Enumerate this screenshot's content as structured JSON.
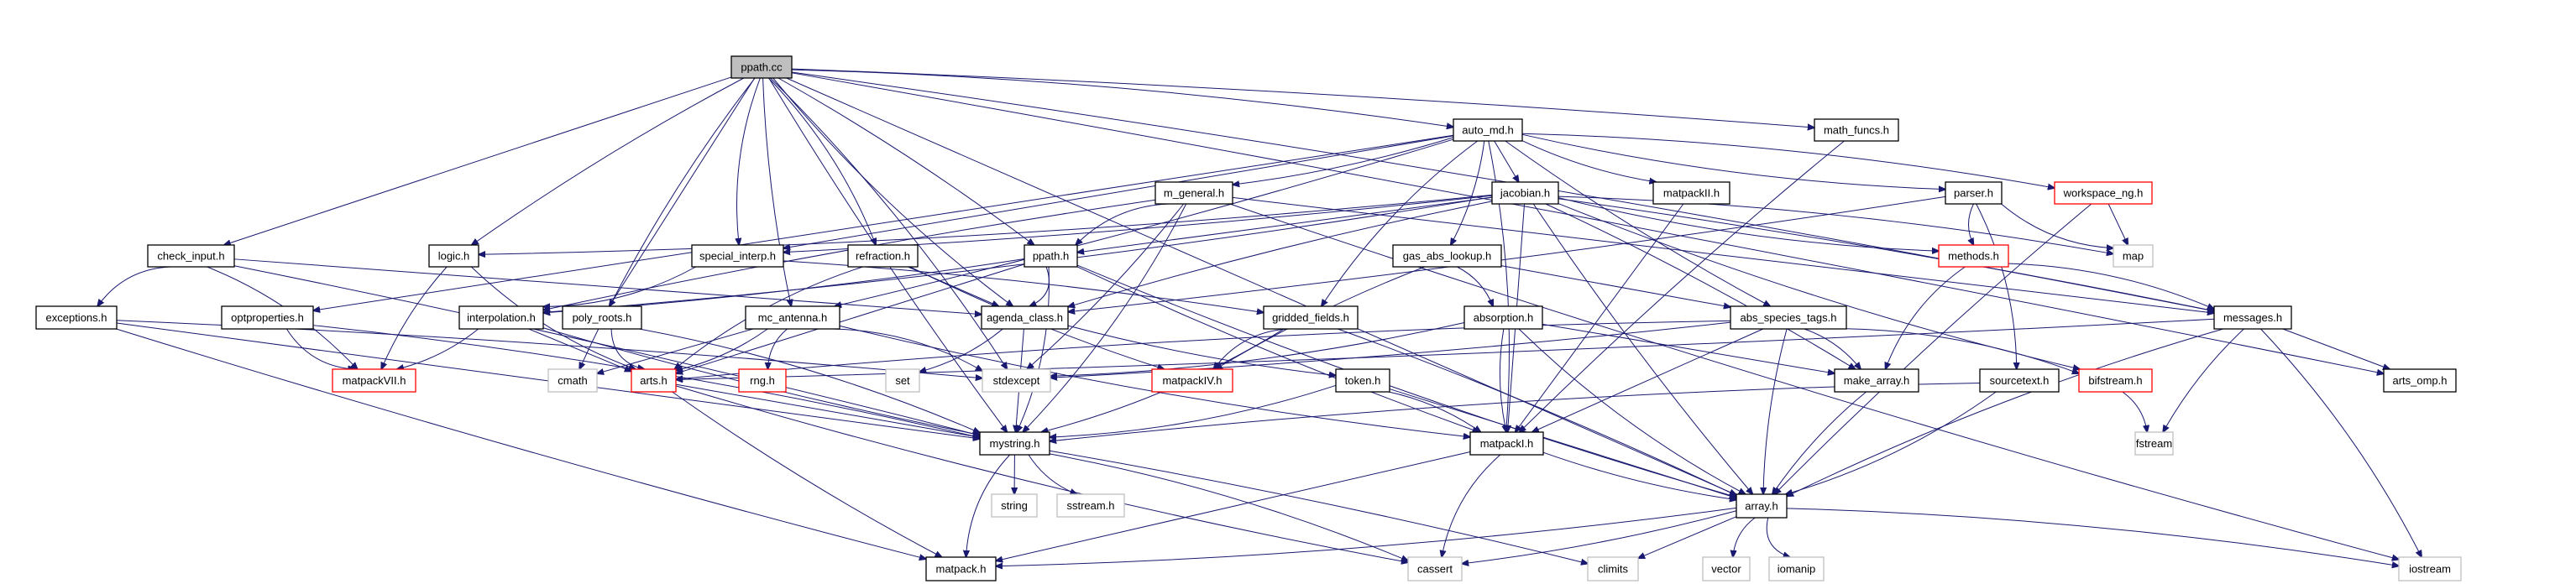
{
  "title": "ppath.cc include dependency graph",
  "colors": {
    "edge": "#191970",
    "root_fill": "#bfbfbf",
    "normal_border": "#000000",
    "missing_border": "#ff0000",
    "system_border": "#bfbfbf"
  },
  "nodes": [
    {
      "id": "ppath_cc",
      "label": "ppath.cc",
      "kind": "root"
    },
    {
      "id": "auto_md",
      "label": "auto_md.h",
      "kind": "normal"
    },
    {
      "id": "math_funcs",
      "label": "math_funcs.h",
      "kind": "normal"
    },
    {
      "id": "m_general",
      "label": "m_general.h",
      "kind": "normal"
    },
    {
      "id": "jacobian",
      "label": "jacobian.h",
      "kind": "normal"
    },
    {
      "id": "matpackII",
      "label": "matpackII.h",
      "kind": "normal"
    },
    {
      "id": "parser",
      "label": "parser.h",
      "kind": "normal"
    },
    {
      "id": "workspace_ng",
      "label": "workspace_ng.h",
      "kind": "missing"
    },
    {
      "id": "check_input",
      "label": "check_input.h",
      "kind": "normal"
    },
    {
      "id": "logic",
      "label": "logic.h",
      "kind": "normal"
    },
    {
      "id": "special_interp",
      "label": "special_interp.h",
      "kind": "normal"
    },
    {
      "id": "refraction",
      "label": "refraction.h",
      "kind": "normal"
    },
    {
      "id": "ppath_h",
      "label": "ppath.h",
      "kind": "normal"
    },
    {
      "id": "gas_abs_lookup",
      "label": "gas_abs_lookup.h",
      "kind": "normal"
    },
    {
      "id": "methods",
      "label": "methods.h",
      "kind": "missing"
    },
    {
      "id": "map",
      "label": "map",
      "kind": "system"
    },
    {
      "id": "exceptions",
      "label": "exceptions.h",
      "kind": "normal"
    },
    {
      "id": "optproperties",
      "label": "optproperties.h",
      "kind": "normal"
    },
    {
      "id": "interpolation",
      "label": "interpolation.h",
      "kind": "normal"
    },
    {
      "id": "poly_roots",
      "label": "poly_roots.h",
      "kind": "normal"
    },
    {
      "id": "mc_antenna",
      "label": "mc_antenna.h",
      "kind": "normal"
    },
    {
      "id": "agenda_class",
      "label": "agenda_class.h",
      "kind": "normal"
    },
    {
      "id": "gridded_fields",
      "label": "gridded_fields.h",
      "kind": "normal"
    },
    {
      "id": "absorption",
      "label": "absorption.h",
      "kind": "normal"
    },
    {
      "id": "abs_species_tags",
      "label": "abs_species_tags.h",
      "kind": "normal"
    },
    {
      "id": "messages",
      "label": "messages.h",
      "kind": "normal"
    },
    {
      "id": "matpackVII",
      "label": "matpackVII.h",
      "kind": "missing"
    },
    {
      "id": "cmath",
      "label": "cmath",
      "kind": "system"
    },
    {
      "id": "arts",
      "label": "arts.h",
      "kind": "missing"
    },
    {
      "id": "rng",
      "label": "rng.h",
      "kind": "missing"
    },
    {
      "id": "set",
      "label": "set",
      "kind": "system"
    },
    {
      "id": "stdexcept",
      "label": "stdexcept",
      "kind": "system"
    },
    {
      "id": "matpackIV",
      "label": "matpackIV.h",
      "kind": "missing"
    },
    {
      "id": "token",
      "label": "token.h",
      "kind": "normal"
    },
    {
      "id": "make_array",
      "label": "make_array.h",
      "kind": "normal"
    },
    {
      "id": "sourcetext",
      "label": "sourcetext.h",
      "kind": "normal"
    },
    {
      "id": "bifstream",
      "label": "bifstream.h",
      "kind": "missing"
    },
    {
      "id": "arts_omp",
      "label": "arts_omp.h",
      "kind": "normal"
    },
    {
      "id": "mystring",
      "label": "mystring.h",
      "kind": "normal"
    },
    {
      "id": "matpackI",
      "label": "matpackI.h",
      "kind": "normal"
    },
    {
      "id": "fstream",
      "label": "fstream",
      "kind": "system"
    },
    {
      "id": "string",
      "label": "string",
      "kind": "system"
    },
    {
      "id": "sstream",
      "label": "sstream.h",
      "kind": "system"
    },
    {
      "id": "array",
      "label": "array.h",
      "kind": "normal"
    },
    {
      "id": "matpack",
      "label": "matpack.h",
      "kind": "normal"
    },
    {
      "id": "cassert",
      "label": "cassert",
      "kind": "system"
    },
    {
      "id": "climits",
      "label": "climits",
      "kind": "system"
    },
    {
      "id": "vector",
      "label": "vector",
      "kind": "system"
    },
    {
      "id": "iomanip",
      "label": "iomanip",
      "kind": "system"
    },
    {
      "id": "iostream",
      "label": "iostream",
      "kind": "system"
    }
  ],
  "edges": [
    [
      "ppath_cc",
      "auto_md"
    ],
    [
      "ppath_cc",
      "math_funcs"
    ],
    [
      "ppath_cc",
      "check_input"
    ],
    [
      "ppath_cc",
      "logic"
    ],
    [
      "ppath_cc",
      "special_interp"
    ],
    [
      "ppath_cc",
      "refraction"
    ],
    [
      "ppath_cc",
      "ppath_h"
    ],
    [
      "ppath_cc",
      "poly_roots"
    ],
    [
      "ppath_cc",
      "mc_antenna"
    ],
    [
      "ppath_cc",
      "agenda_class"
    ],
    [
      "ppath_cc",
      "messages"
    ],
    [
      "ppath_cc",
      "arts_omp"
    ],
    [
      "ppath_cc",
      "array"
    ],
    [
      "ppath_cc",
      "mystring"
    ],
    [
      "ppath_cc",
      "cmath"
    ],
    [
      "ppath_cc",
      "stdexcept"
    ],
    [
      "auto_md",
      "m_general"
    ],
    [
      "auto_md",
      "jacobian"
    ],
    [
      "auto_md",
      "matpackII"
    ],
    [
      "auto_md",
      "parser"
    ],
    [
      "auto_md",
      "workspace_ng"
    ],
    [
      "auto_md",
      "gas_abs_lookup"
    ],
    [
      "auto_md",
      "optproperties"
    ],
    [
      "auto_md",
      "abs_species_tags"
    ],
    [
      "auto_md",
      "gridded_fields"
    ],
    [
      "auto_md",
      "matpackI"
    ],
    [
      "auto_md",
      "mc_antenna"
    ],
    [
      "auto_md",
      "special_interp"
    ],
    [
      "math_funcs",
      "matpackI"
    ],
    [
      "m_general",
      "ppath_h"
    ],
    [
      "m_general",
      "mystring"
    ],
    [
      "m_general",
      "stdexcept"
    ],
    [
      "m_general",
      "messages"
    ],
    [
      "m_general",
      "interpolation"
    ],
    [
      "m_general",
      "iostream"
    ],
    [
      "jacobian",
      "logic"
    ],
    [
      "jacobian",
      "special_interp"
    ],
    [
      "jacobian",
      "ppath_h"
    ],
    [
      "jacobian",
      "agenda_class"
    ],
    [
      "jacobian",
      "methods"
    ],
    [
      "jacobian",
      "map"
    ],
    [
      "jacobian",
      "make_array"
    ],
    [
      "jacobian",
      "matpackI"
    ],
    [
      "jacobian",
      "array"
    ],
    [
      "jacobian",
      "bifstream"
    ],
    [
      "jacobian",
      "interpolation"
    ],
    [
      "jacobian",
      "messages"
    ],
    [
      "matpackII",
      "matpackI"
    ],
    [
      "parser",
      "methods"
    ],
    [
      "parser",
      "map"
    ],
    [
      "parser",
      "sourcetext"
    ],
    [
      "parser",
      "agenda_class"
    ],
    [
      "workspace_ng",
      "map"
    ],
    [
      "workspace_ng",
      "array"
    ],
    [
      "check_input",
      "exceptions"
    ],
    [
      "check_input",
      "matpackVII"
    ],
    [
      "check_input",
      "mystring"
    ],
    [
      "check_input",
      "agenda_class"
    ],
    [
      "logic",
      "matpackVII"
    ],
    [
      "logic",
      "arts"
    ],
    [
      "special_interp",
      "interpolation"
    ],
    [
      "special_interp",
      "gridded_fields"
    ],
    [
      "refraction",
      "agenda_class"
    ],
    [
      "refraction",
      "matpackIV"
    ],
    [
      "refraction",
      "arts"
    ],
    [
      "ppath_h",
      "agenda_class"
    ],
    [
      "ppath_h",
      "interpolation"
    ],
    [
      "ppath_h",
      "arts"
    ],
    [
      "ppath_h",
      "matpackI"
    ],
    [
      "ppath_h",
      "array"
    ],
    [
      "ppath_h",
      "mystring"
    ],
    [
      "gas_abs_lookup",
      "absorption"
    ],
    [
      "gas_abs_lookup",
      "abs_species_tags"
    ],
    [
      "gas_abs_lookup",
      "matpackIV"
    ],
    [
      "methods",
      "make_array"
    ],
    [
      "methods",
      "messages"
    ],
    [
      "exceptions",
      "stdexcept"
    ],
    [
      "exceptions",
      "mystring"
    ],
    [
      "exceptions",
      "matpack"
    ],
    [
      "optproperties",
      "matpackVII"
    ],
    [
      "optproperties",
      "mystring"
    ],
    [
      "interpolation",
      "matpackVII"
    ],
    [
      "interpolation",
      "arts"
    ],
    [
      "interpolation",
      "mystring"
    ],
    [
      "poly_roots",
      "arts"
    ],
    [
      "poly_roots",
      "mystring"
    ],
    [
      "mc_antenna",
      "arts"
    ],
    [
      "mc_antenna",
      "cmath"
    ],
    [
      "mc_antenna",
      "rng"
    ],
    [
      "mc_antenna",
      "matpackI"
    ],
    [
      "mc_antenna",
      "stdexcept"
    ],
    [
      "agenda_class",
      "set"
    ],
    [
      "agenda_class",
      "mystring"
    ],
    [
      "agenda_class",
      "token"
    ],
    [
      "gridded_fields",
      "matpackIV"
    ],
    [
      "gridded_fields",
      "mystring"
    ],
    [
      "gridded_fields",
      "array"
    ],
    [
      "absorption",
      "make_array"
    ],
    [
      "absorption",
      "matpackI"
    ],
    [
      "absorption",
      "array"
    ],
    [
      "absorption",
      "stdexcept"
    ],
    [
      "abs_species_tags",
      "make_array"
    ],
    [
      "abs_species_tags",
      "matpackI"
    ],
    [
      "abs_species_tags",
      "array"
    ],
    [
      "abs_species_tags",
      "arts"
    ],
    [
      "abs_species_tags",
      "bifstream"
    ],
    [
      "abs_species_tags",
      "stdexcept"
    ],
    [
      "messages",
      "arts_omp"
    ],
    [
      "messages",
      "fstream"
    ],
    [
      "messages",
      "array"
    ],
    [
      "messages",
      "iostream"
    ],
    [
      "messages",
      "arts"
    ],
    [
      "arts",
      "mystring"
    ],
    [
      "arts",
      "matpack"
    ],
    [
      "arts",
      "cassert"
    ],
    [
      "token",
      "mystring"
    ],
    [
      "token",
      "matpackI"
    ],
    [
      "token",
      "array"
    ],
    [
      "make_array",
      "array"
    ],
    [
      "sourcetext",
      "mystring"
    ],
    [
      "sourcetext",
      "array"
    ],
    [
      "bifstream",
      "fstream"
    ],
    [
      "mystring",
      "string"
    ],
    [
      "mystring",
      "sstream"
    ],
    [
      "mystring",
      "matpack"
    ],
    [
      "mystring",
      "cassert"
    ],
    [
      "mystring",
      "climits"
    ],
    [
      "matpackI",
      "matpack"
    ],
    [
      "matpackI",
      "array"
    ],
    [
      "matpackI",
      "cassert"
    ],
    [
      "array",
      "matpack"
    ],
    [
      "array",
      "cassert"
    ],
    [
      "array",
      "climits"
    ],
    [
      "array",
      "vector"
    ],
    [
      "array",
      "iomanip"
    ],
    [
      "array",
      "iostream"
    ]
  ]
}
